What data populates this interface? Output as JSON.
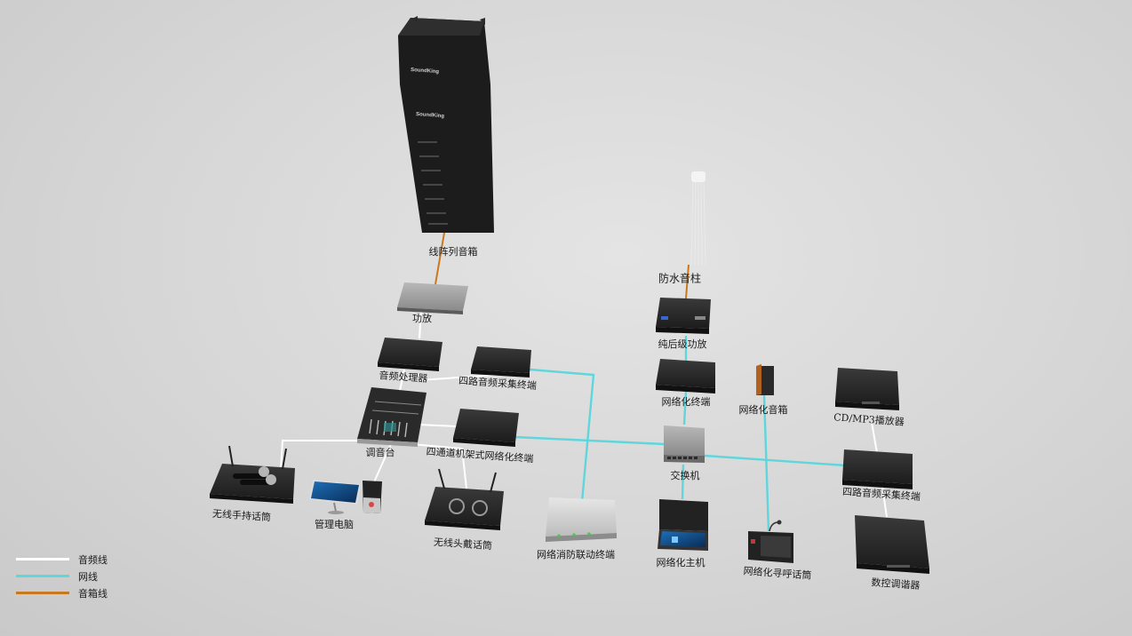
{
  "colors": {
    "background": "#d9d9d9",
    "audio_line": "#ffffff",
    "network_line": "#5fd6dc",
    "speaker_line": "#c8781e",
    "device": "#1f1f1f"
  },
  "devices": [
    {
      "id": "line_array",
      "label": "线阵列音箱"
    },
    {
      "id": "amplifier",
      "label": "功放"
    },
    {
      "id": "audio_processor",
      "label": "音频处理器"
    },
    {
      "id": "capture_top",
      "label": "四路音频采集终端"
    },
    {
      "id": "mixer",
      "label": "调音台"
    },
    {
      "id": "rack_terminal",
      "label": "四通道机架式网络化终端"
    },
    {
      "id": "handheld_mic",
      "label": "无线手持话筒"
    },
    {
      "id": "pc",
      "label": "管理电脑"
    },
    {
      "id": "headset_mic",
      "label": "无线头戴话筒"
    },
    {
      "id": "fire_terminal",
      "label": "网络消防联动终端"
    },
    {
      "id": "column",
      "label": "防水音柱"
    },
    {
      "id": "power_amp",
      "label": "纯后级功放"
    },
    {
      "id": "net_terminal",
      "label": "网络化终端"
    },
    {
      "id": "switch",
      "label": "交换机"
    },
    {
      "id": "host",
      "label": "网络化主机"
    },
    {
      "id": "net_speaker",
      "label": "网络化音箱"
    },
    {
      "id": "paging_mic",
      "label": "网络化寻呼话筒"
    },
    {
      "id": "cd_player",
      "label": "CD/MP3播放器"
    },
    {
      "id": "capture_right",
      "label": "四路音频采集终端"
    },
    {
      "id": "tuner",
      "label": "数控调谐器"
    }
  ],
  "brand_text": "SoundKing",
  "legend": [
    {
      "label": "音频线",
      "type": "audio"
    },
    {
      "label": "网线",
      "type": "network"
    },
    {
      "label": "音箱线",
      "type": "speaker"
    }
  ]
}
